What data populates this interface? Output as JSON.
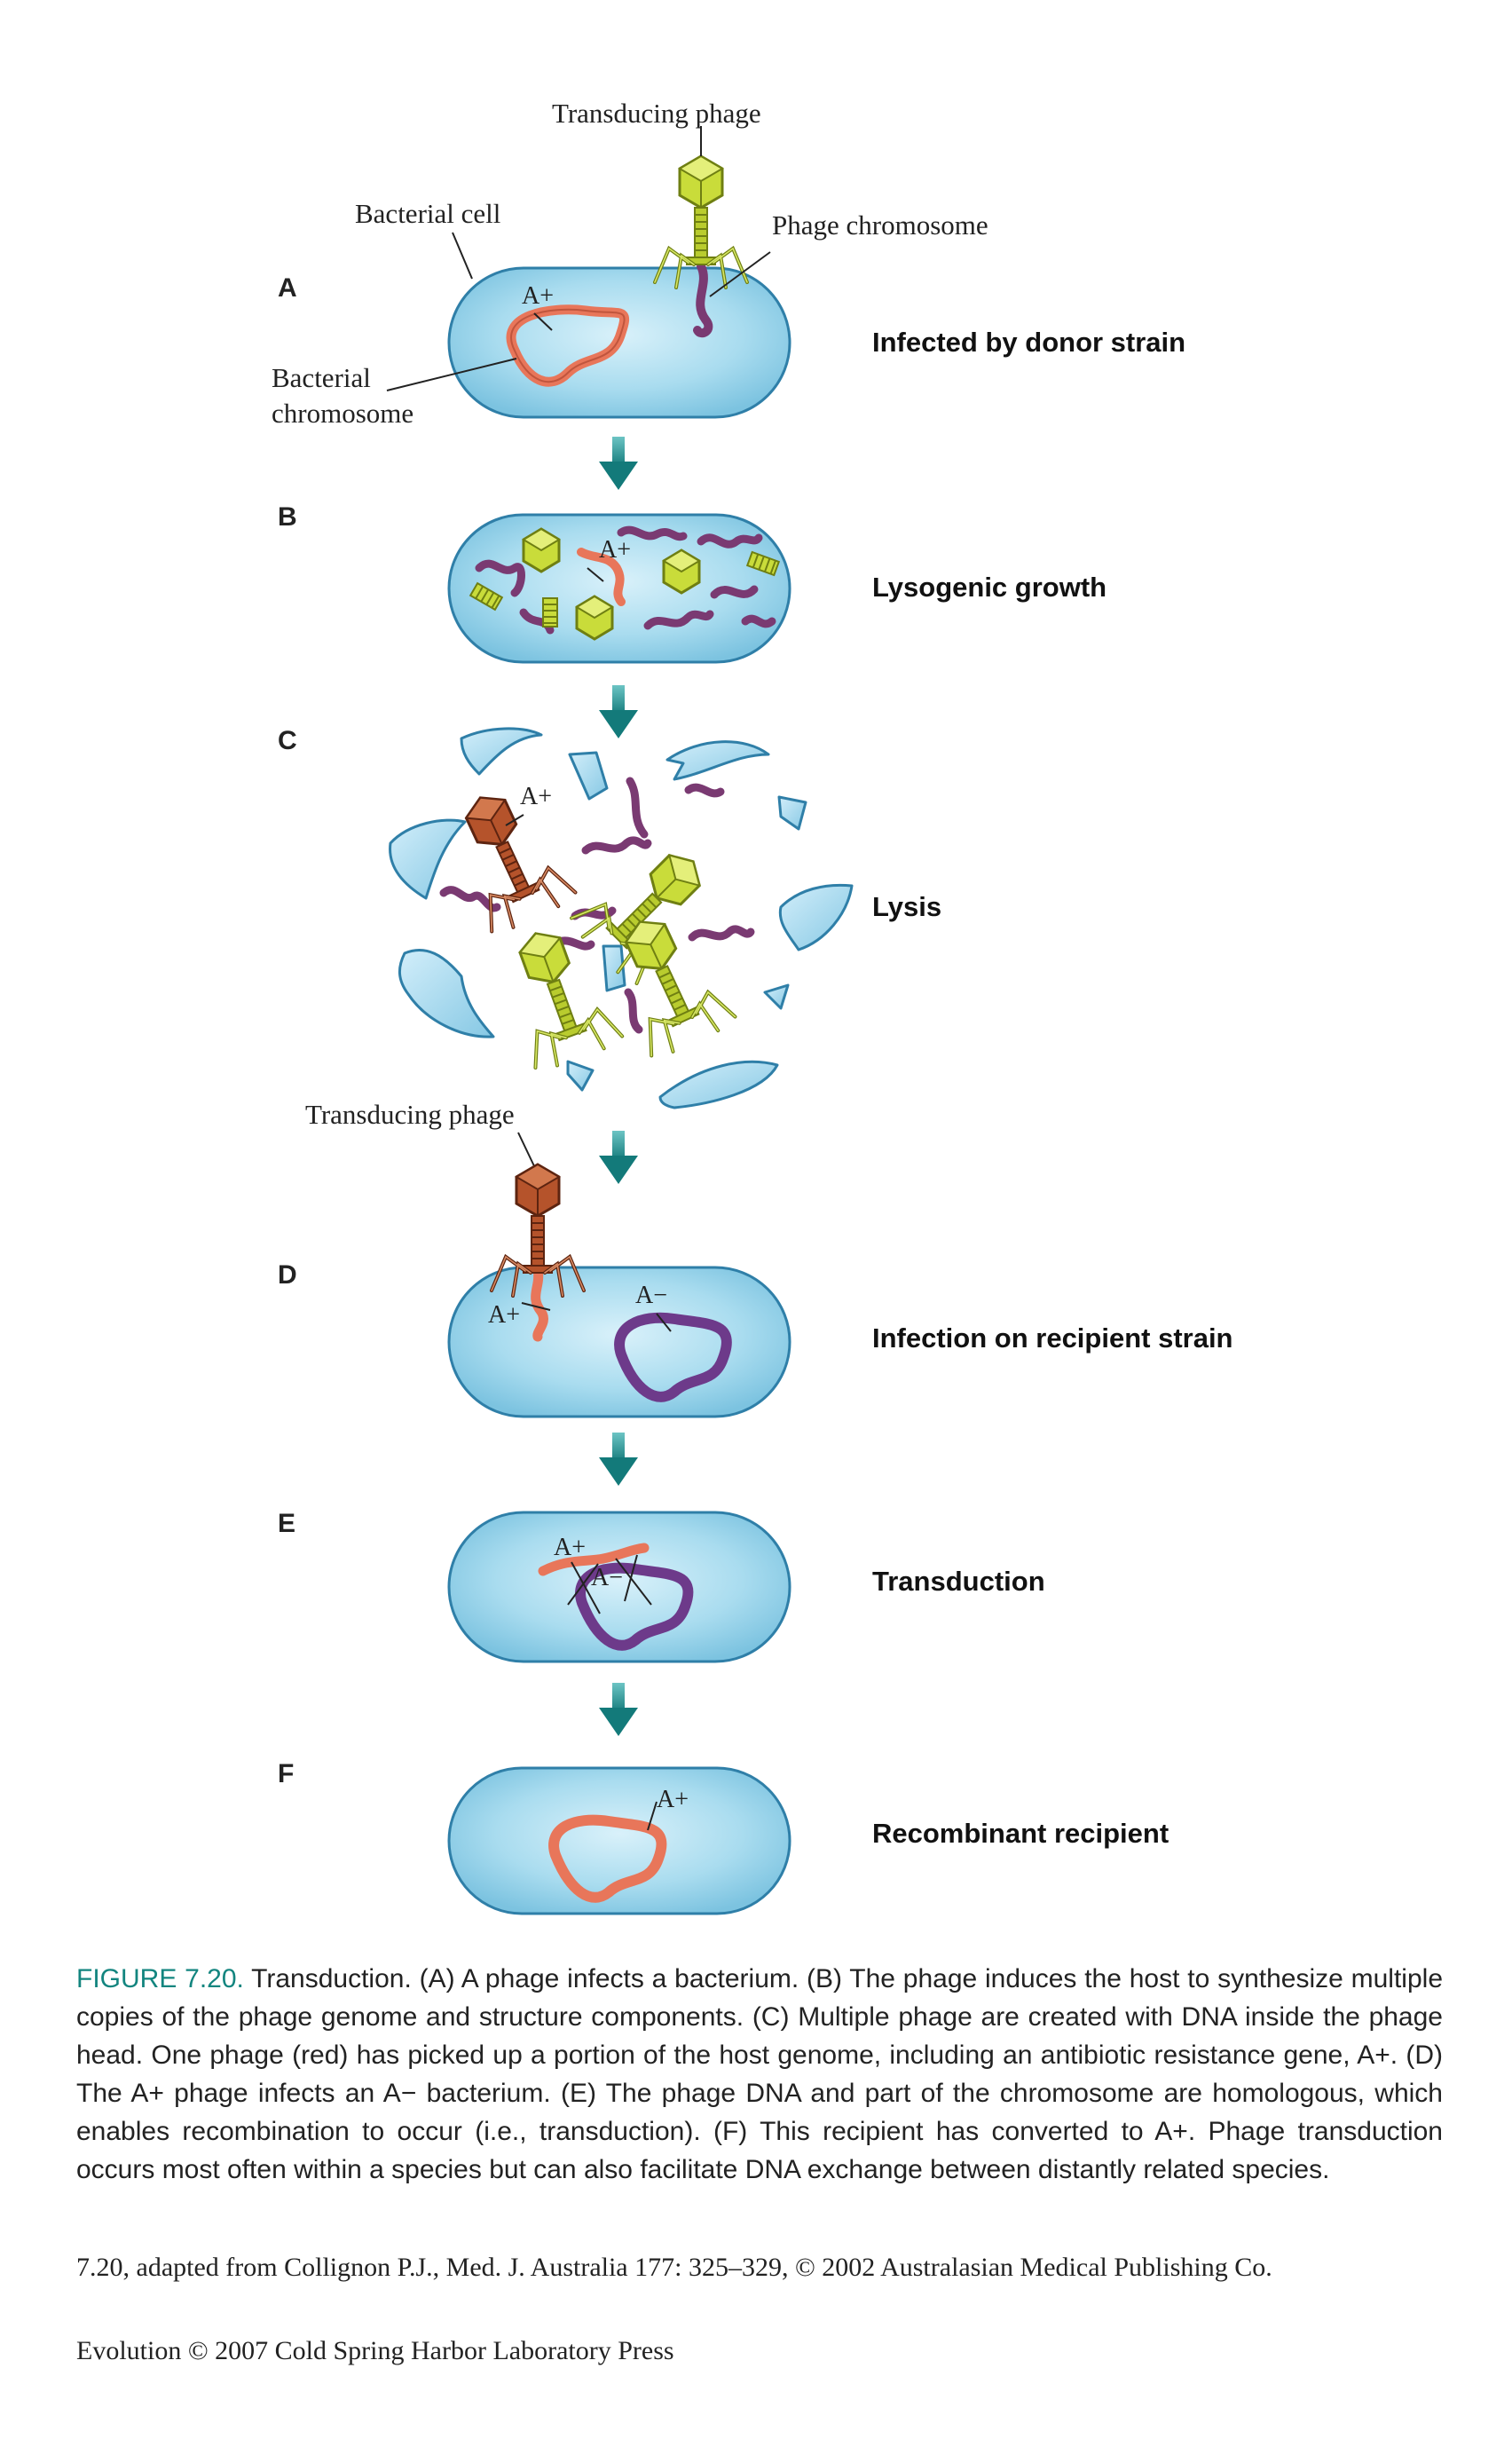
{
  "colors": {
    "cell_fill": "#a9dcef",
    "cell_edge": "#2f7fa8",
    "host_chromosome": "#e8765a",
    "recipient_chromosome": "#6d3a8a",
    "phage_dna": "#7a3a72",
    "phage_green": "#c9dc3a",
    "phage_red": "#b5532b",
    "arrow": "#1e8c8c",
    "caption_accent": "#13857f"
  },
  "callouts": {
    "transducing_phage_top": "Transducing phage",
    "bacterial_cell": "Bacterial cell",
    "phage_chromosome": "Phage chromosome",
    "bacterial_chromosome_1": "Bacterial",
    "bacterial_chromosome_2": "chromosome",
    "transducing_phage_d": "Transducing phage"
  },
  "genes": {
    "a_plus": "A+",
    "a_minus": "A−"
  },
  "panels": [
    {
      "letter": "A",
      "label": "Infected by donor strain"
    },
    {
      "letter": "B",
      "label": "Lysogenic growth"
    },
    {
      "letter": "C",
      "label": "Lysis"
    },
    {
      "letter": "D",
      "label": "Infection on recipient strain"
    },
    {
      "letter": "E",
      "label": "Transduction"
    },
    {
      "letter": "F",
      "label": "Recombinant recipient"
    }
  ],
  "caption": {
    "figure_label": "FIGURE 7.20.",
    "text": "Transduction. (A) A phage infects a bacterium. (B) The phage induces the host to synthesize multiple copies of the phage genome and structure components. (C) Multiple phage are created with DNA inside the phage head. One phage (red) has picked up a portion of the host genome, including an antibiotic resistance gene, A+. (D) The A+ phage infects an A− bacterium. (E) The phage DNA and part of the chromosome are homologous, which enables recombination to occur (i.e., transduction). (F) This recipient has converted to A+. Phage transduction occurs most often within a species but can also facilitate DNA exchange between distantly related species."
  },
  "credit": "7.20, adapted from Collignon P.J., Med. J. Australia 177: 325–329, © 2002 Australasian Medical Publishing Co.",
  "copyright": "Evolution © 2007 Cold Spring Harbor Laboratory Press"
}
